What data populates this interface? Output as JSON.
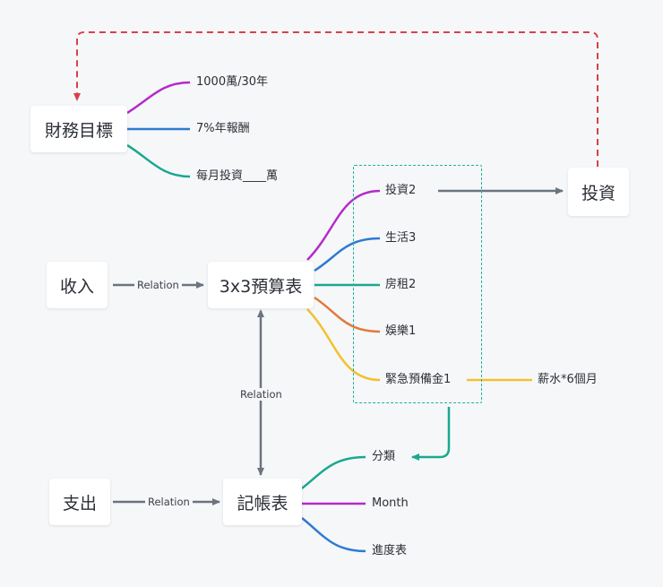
{
  "colors": {
    "purple": "#b42bc9",
    "blue": "#2d7bd1",
    "teal": "#1aa890",
    "orange": "#e07b3a",
    "yellow": "#f2c12e",
    "gray": "#6b7480",
    "red_dashed": "#d8404c"
  },
  "nodes": {
    "goal": "財務目標",
    "income": "收入",
    "budget": "3x3預算表",
    "invest": "投資",
    "expense": "支出",
    "ledger": "記帳表"
  },
  "goal_branches": [
    "1000萬/30年",
    "7%年報酬",
    "每月投資____萬"
  ],
  "budget_branches": [
    "投資2",
    "生活3",
    "房租2",
    "娛樂1",
    "緊急預備金1"
  ],
  "emergency_note": "薪水*6個月",
  "ledger_branches": [
    "分類",
    "Month",
    "進度表"
  ],
  "relations": {
    "income_budget": "Relation",
    "budget_ledger": "Relation",
    "expense_ledger": "Relation"
  }
}
